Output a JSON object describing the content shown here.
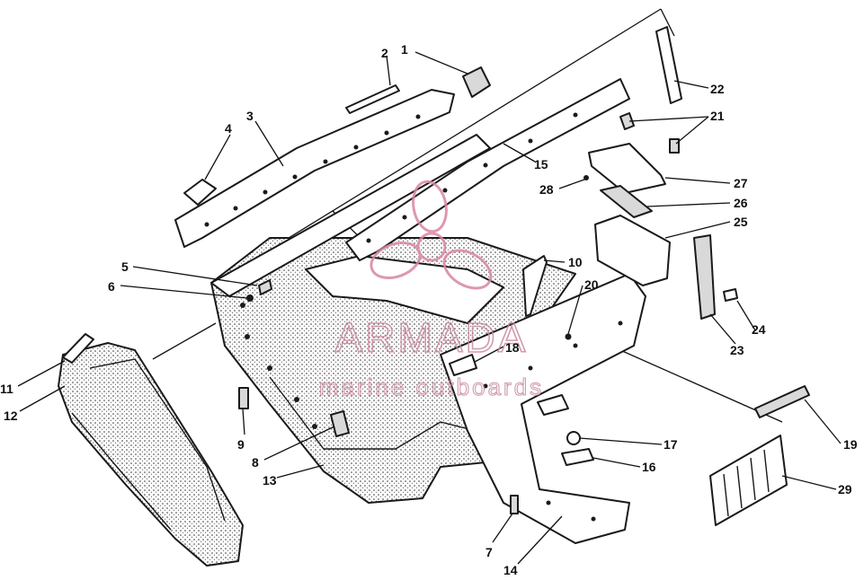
{
  "callouts": [
    "1",
    "2",
    "3",
    "4",
    "5",
    "6",
    "7",
    "8",
    "9",
    "10",
    "11",
    "12",
    "13",
    "14",
    "15",
    "16",
    "17",
    "18",
    "19",
    "20",
    "21",
    "22",
    "23",
    "24",
    "25",
    "26",
    "27",
    "28",
    "29"
  ],
  "watermark": {
    "brand": "ARMADA",
    "tagline": "marine outboards",
    "color": "#d9879f"
  }
}
